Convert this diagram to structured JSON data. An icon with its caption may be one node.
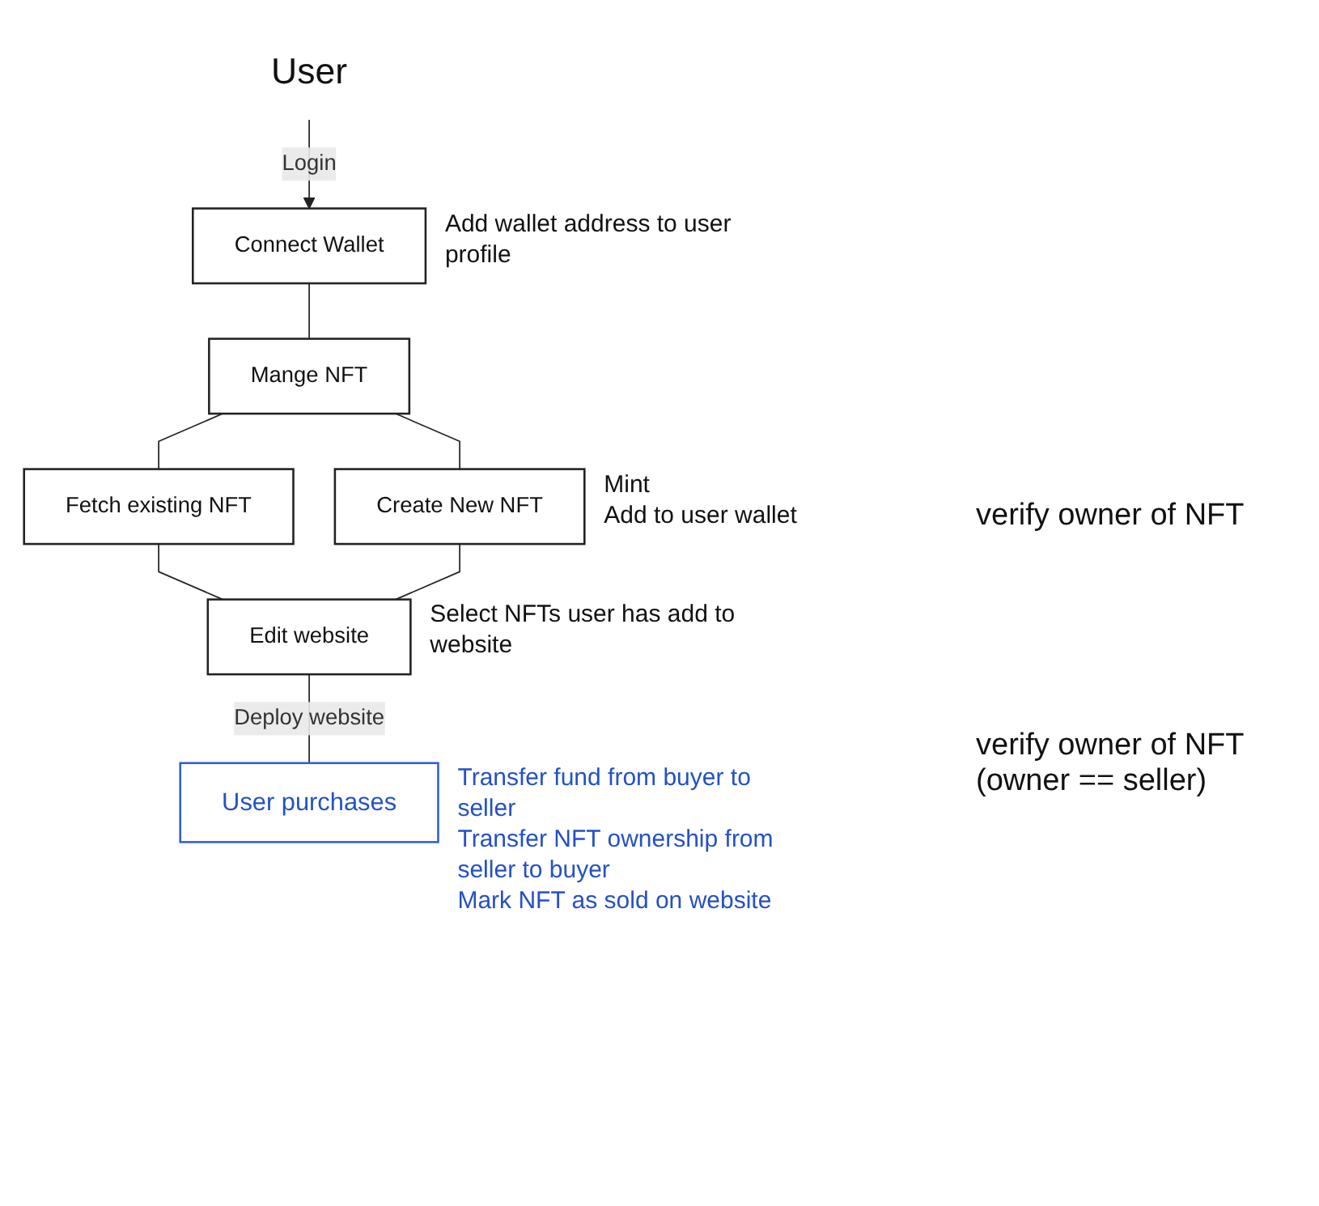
{
  "diagram": {
    "nodes": [
      {
        "text": [
          "User"
        ]
      },
      {
        "text": [
          "Connect Wallet"
        ],
        "beside": [
          "Add wallet address to user profile"
        ]
      },
      {
        "text": [
          "Mange NFT"
        ]
      },
      {
        "text": [
          "Fetch existing NFT"
        ]
      },
      {
        "text": [
          "Create New NFT"
        ],
        "beside": [
          "Mint",
          "Add to user wallet"
        ]
      },
      {
        "text": [
          "Edit website"
        ],
        "beside": [
          "Select NFTs user has add to website"
        ]
      },
      {
        "text": [
          "User purchases"
        ],
        "beside": [
          "Transfer fund from buyer to seller",
          "Transfer NFT ownership from seller to buyer",
          "Mark NFT as sold on website"
        ]
      }
    ],
    "edges": [
      {
        "from": 0,
        "to": 1,
        "arrow": "to",
        "label": "Login"
      },
      {
        "from": 1,
        "to": 2,
        "arrow": "none"
      },
      {
        "from": 2,
        "to": 3,
        "arrow": "none"
      },
      {
        "from": 2,
        "to": 4,
        "arrow": "none"
      },
      {
        "from": 3,
        "to": 5,
        "arrow": "none"
      },
      {
        "from": 4,
        "to": 5,
        "arrow": "none"
      },
      {
        "from": 5,
        "to": 6,
        "arrow": "none",
        "label": "Deploy website"
      }
    ],
    "labels": [
      "verify owner of NFT",
      "verify owner of NFT (owner == seller)"
    ]
  }
}
